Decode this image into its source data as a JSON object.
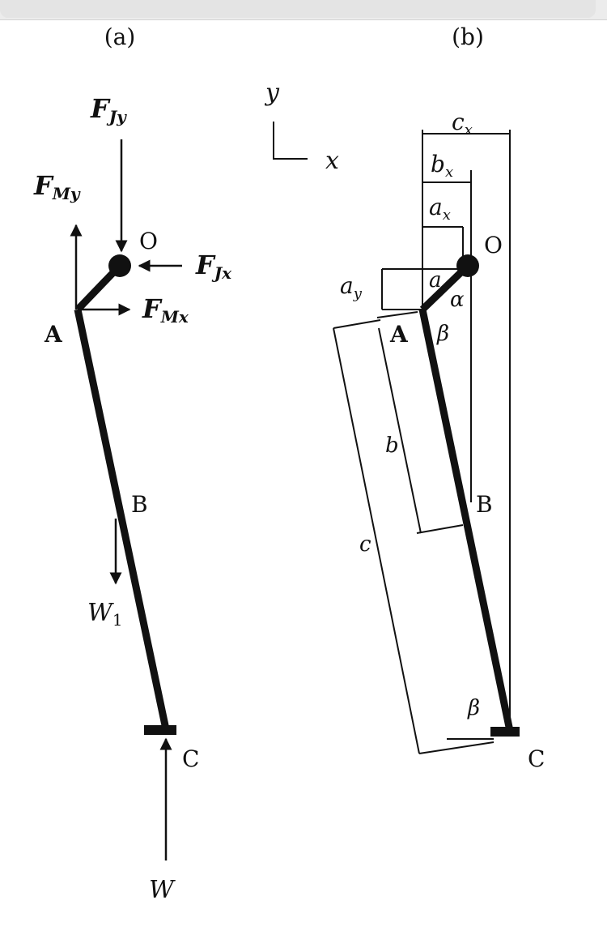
{
  "panel_a": {
    "label": "(a)",
    "points": {
      "O": "O",
      "A": "A",
      "B": "B",
      "C": "C"
    },
    "forces": {
      "F_Jy": {
        "main": "F",
        "sub": "Jy"
      },
      "F_Jx": {
        "main": "F",
        "sub": "Jx"
      },
      "F_My": {
        "main": "F",
        "sub": "My"
      },
      "F_Mx": {
        "main": "F",
        "sub": "Mx"
      },
      "W1": {
        "main": "W",
        "sub": "1"
      },
      "W": {
        "main": "W"
      }
    }
  },
  "panel_b": {
    "label": "(b)",
    "axes": {
      "x": "x",
      "y": "y"
    },
    "points": {
      "O": "O",
      "A": "A",
      "B": "B",
      "C": "C"
    },
    "dims": {
      "c_x": {
        "main": "c",
        "sub": "x"
      },
      "b_x": {
        "main": "b",
        "sub": "x"
      },
      "a_x": {
        "main": "a",
        "sub": "x"
      },
      "a_y": {
        "main": "a",
        "sub": "y"
      },
      "a": "a",
      "b": "b",
      "c": "c"
    },
    "angles": {
      "alpha": "α",
      "beta_top": "β",
      "beta_bottom": "β"
    }
  }
}
